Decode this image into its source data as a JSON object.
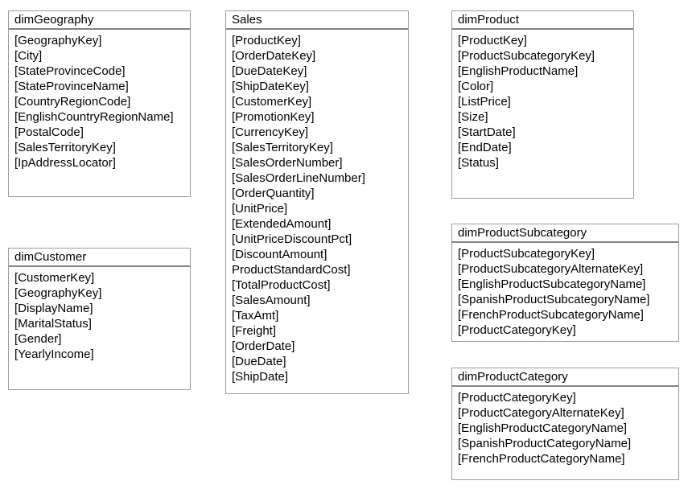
{
  "diagram": {
    "tables": [
      {
        "name": "dimGeography",
        "fields": [
          "[GeographyKey]",
          "[City]",
          "[StateProvinceCode]",
          "[StateProvinceName]",
          "[CountryRegionCode]",
          "[EnglishCountryRegionName]",
          "[PostalCode]",
          "[SalesTerritoryKey]",
          "[IpAddressLocator]"
        ]
      },
      {
        "name": "dimCustomer",
        "fields": [
          "[CustomerKey]",
          "[GeographyKey]",
          "[DisplayName]",
          "[MaritalStatus]",
          "[Gender]",
          "[YearlyIncome]"
        ]
      },
      {
        "name": "Sales",
        "fields": [
          "[ProductKey]",
          "[OrderDateKey]",
          "[DueDateKey]",
          "[ShipDateKey]",
          "[CustomerKey]",
          "[PromotionKey]",
          "[CurrencyKey]",
          "[SalesTerritoryKey]",
          "[SalesOrderNumber]",
          "[SalesOrderLineNumber]",
          "[OrderQuantity]",
          "[UnitPrice]",
          "[ExtendedAmount]",
          "[UnitPriceDiscountPct]",
          "[DiscountAmount]",
          "ProductStandardCost]",
          "[TotalProductCost]",
          "[SalesAmount]",
          "[TaxAmt]",
          "[Freight]",
          "[OrderDate]",
          "[DueDate]",
          "[ShipDate]"
        ]
      },
      {
        "name": "dimProduct",
        "fields": [
          "[ProductKey]",
          "[ProductSubcategoryKey]",
          "[EnglishProductName]",
          "[Color]",
          "[ListPrice]",
          "[Size]",
          "[StartDate]",
          "[EndDate]",
          "[Status]"
        ]
      },
      {
        "name": "dimProductSubcategory",
        "fields": [
          "[ProductSubcategoryKey]",
          "[ProductSubcategoryAlternateKey]",
          "[EnglishProductSubcategoryName]",
          "[SpanishProductSubcategoryName]",
          "[FrenchProductSubcategoryName]",
          "[ProductCategoryKey]"
        ]
      },
      {
        "name": "dimProductCategory",
        "fields": [
          "[ProductCategoryKey]",
          "[ProductCategoryAlternateKey]",
          "[EnglishProductCategoryName]",
          "[SpanishProductCategoryName]",
          "[FrenchProductCategoryName]"
        ]
      }
    ]
  },
  "colors": {
    "background": "#ffffff",
    "box_border": "#9c9c9c",
    "header_separator": "#848484",
    "text": "#000000"
  }
}
